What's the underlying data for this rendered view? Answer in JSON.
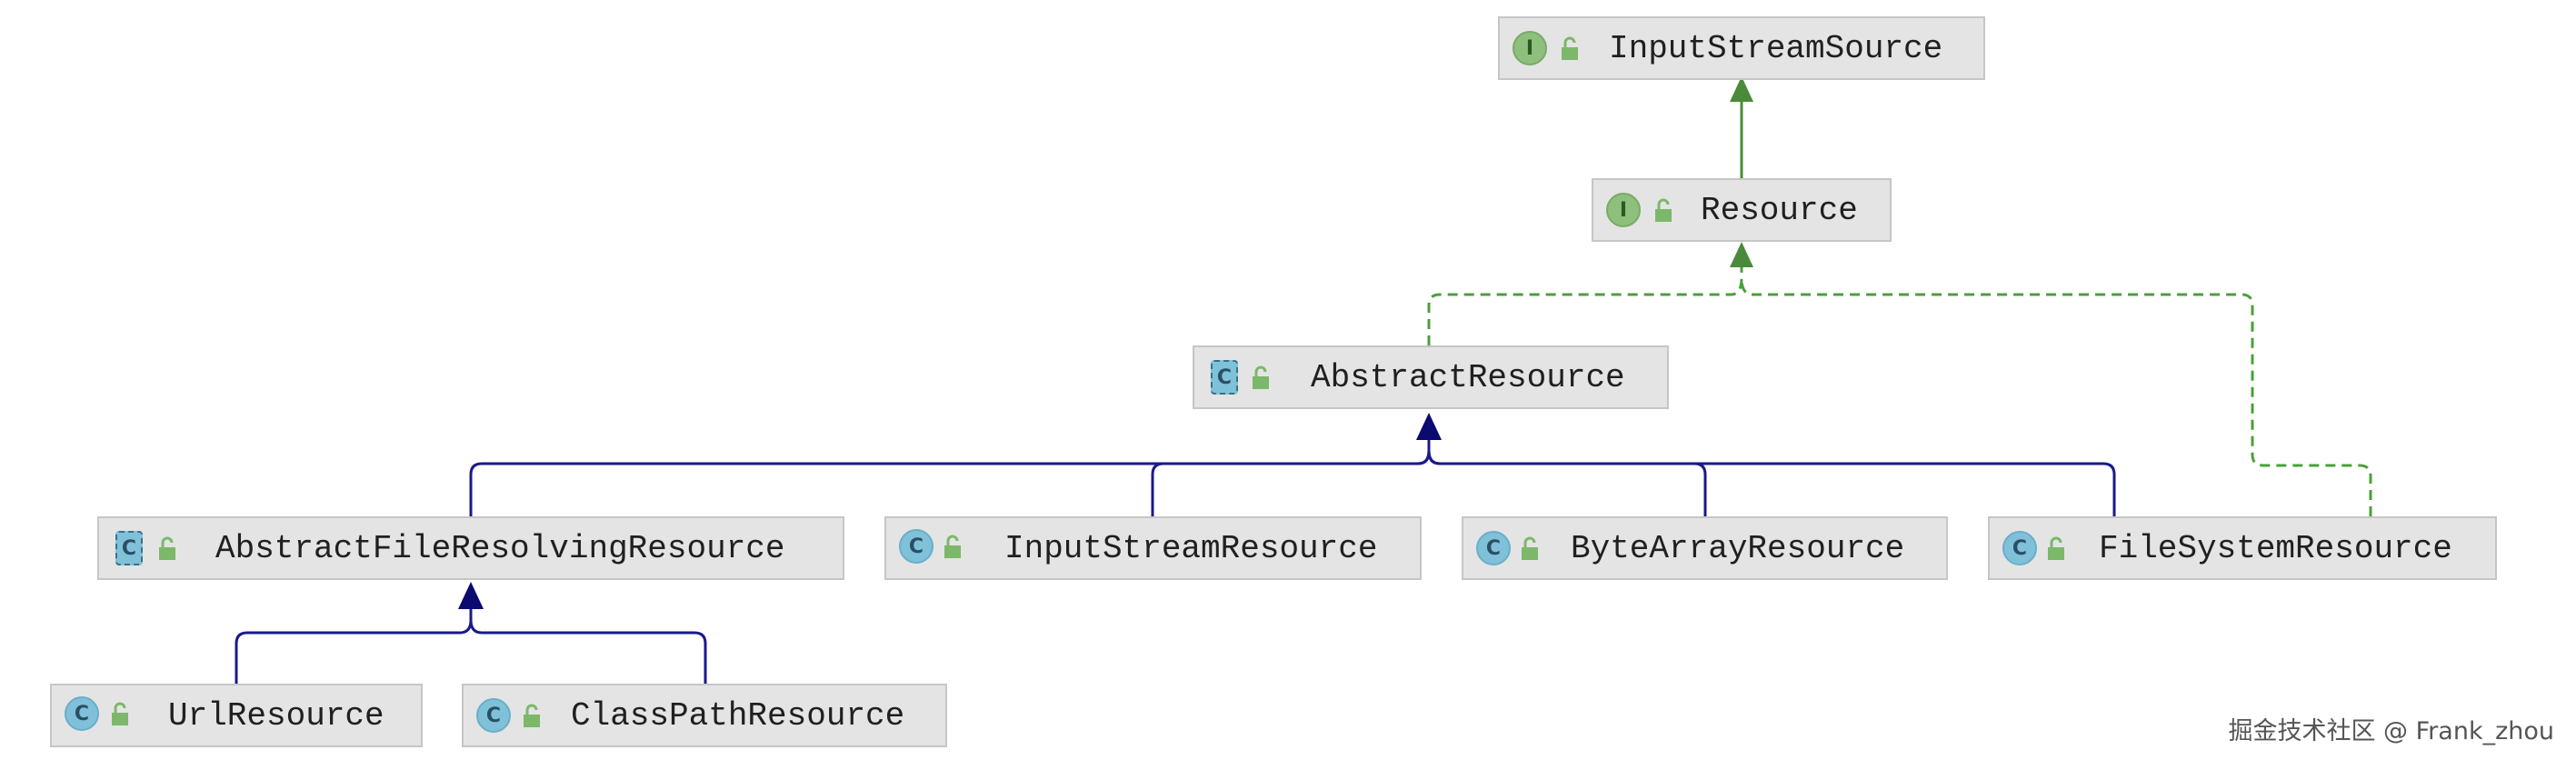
{
  "diagram": {
    "nodes": {
      "input_stream_source": {
        "label": "InputStreamSource",
        "kind": "interface",
        "icon_letter": "I",
        "lock_icon": "unlocked-lock-icon"
      },
      "resource": {
        "label": "Resource",
        "kind": "interface",
        "icon_letter": "I",
        "lock_icon": "unlocked-lock-icon"
      },
      "abstract_resource": {
        "label": "AbstractResource",
        "kind": "abstract-class",
        "icon_letter": "C",
        "lock_icon": "unlocked-lock-icon"
      },
      "abstract_file_resolving_resource": {
        "label": "AbstractFileResolvingResource",
        "kind": "abstract-class",
        "icon_letter": "C",
        "lock_icon": "unlocked-lock-icon"
      },
      "input_stream_resource": {
        "label": "InputStreamResource",
        "kind": "class",
        "icon_letter": "C",
        "lock_icon": "unlocked-lock-icon"
      },
      "byte_array_resource": {
        "label": "ByteArrayResource",
        "kind": "class",
        "icon_letter": "C",
        "lock_icon": "unlocked-lock-icon"
      },
      "file_system_resource": {
        "label": "FileSystemResource",
        "kind": "class",
        "icon_letter": "C",
        "lock_icon": "unlocked-lock-icon"
      },
      "url_resource": {
        "label": "UrlResource",
        "kind": "class",
        "icon_letter": "C",
        "lock_icon": "unlocked-lock-icon"
      },
      "class_path_resource": {
        "label": "ClassPathResource",
        "kind": "class",
        "icon_letter": "C",
        "lock_icon": "unlocked-lock-icon"
      }
    },
    "edges": [
      {
        "from": "Resource",
        "to": "InputStreamSource",
        "type": "extends-interface",
        "style": "solid",
        "color": "#4a8a3a"
      },
      {
        "from": "AbstractResource",
        "to": "Resource",
        "type": "implements",
        "style": "dashed",
        "color": "#4a9a3a"
      },
      {
        "from": "FileSystemResource",
        "to": "Resource",
        "type": "implements",
        "style": "dashed",
        "color": "#4a9a3a"
      },
      {
        "from": "AbstractFileResolvingResource",
        "to": "AbstractResource",
        "type": "extends",
        "style": "solid",
        "color": "#1a1a8a"
      },
      {
        "from": "InputStreamResource",
        "to": "AbstractResource",
        "type": "extends",
        "style": "solid",
        "color": "#1a1a8a"
      },
      {
        "from": "ByteArrayResource",
        "to": "AbstractResource",
        "type": "extends",
        "style": "solid",
        "color": "#1a1a8a"
      },
      {
        "from": "FileSystemResource",
        "to": "AbstractResource",
        "type": "extends",
        "style": "solid",
        "color": "#1a1a8a"
      },
      {
        "from": "UrlResource",
        "to": "AbstractFileResolvingResource",
        "type": "extends",
        "style": "solid",
        "color": "#1a1a8a"
      },
      {
        "from": "ClassPathResource",
        "to": "AbstractFileResolvingResource",
        "type": "extends",
        "style": "solid",
        "color": "#1a1a8a"
      }
    ]
  },
  "watermark": "掘金技术社区 @ Frank_zhou"
}
